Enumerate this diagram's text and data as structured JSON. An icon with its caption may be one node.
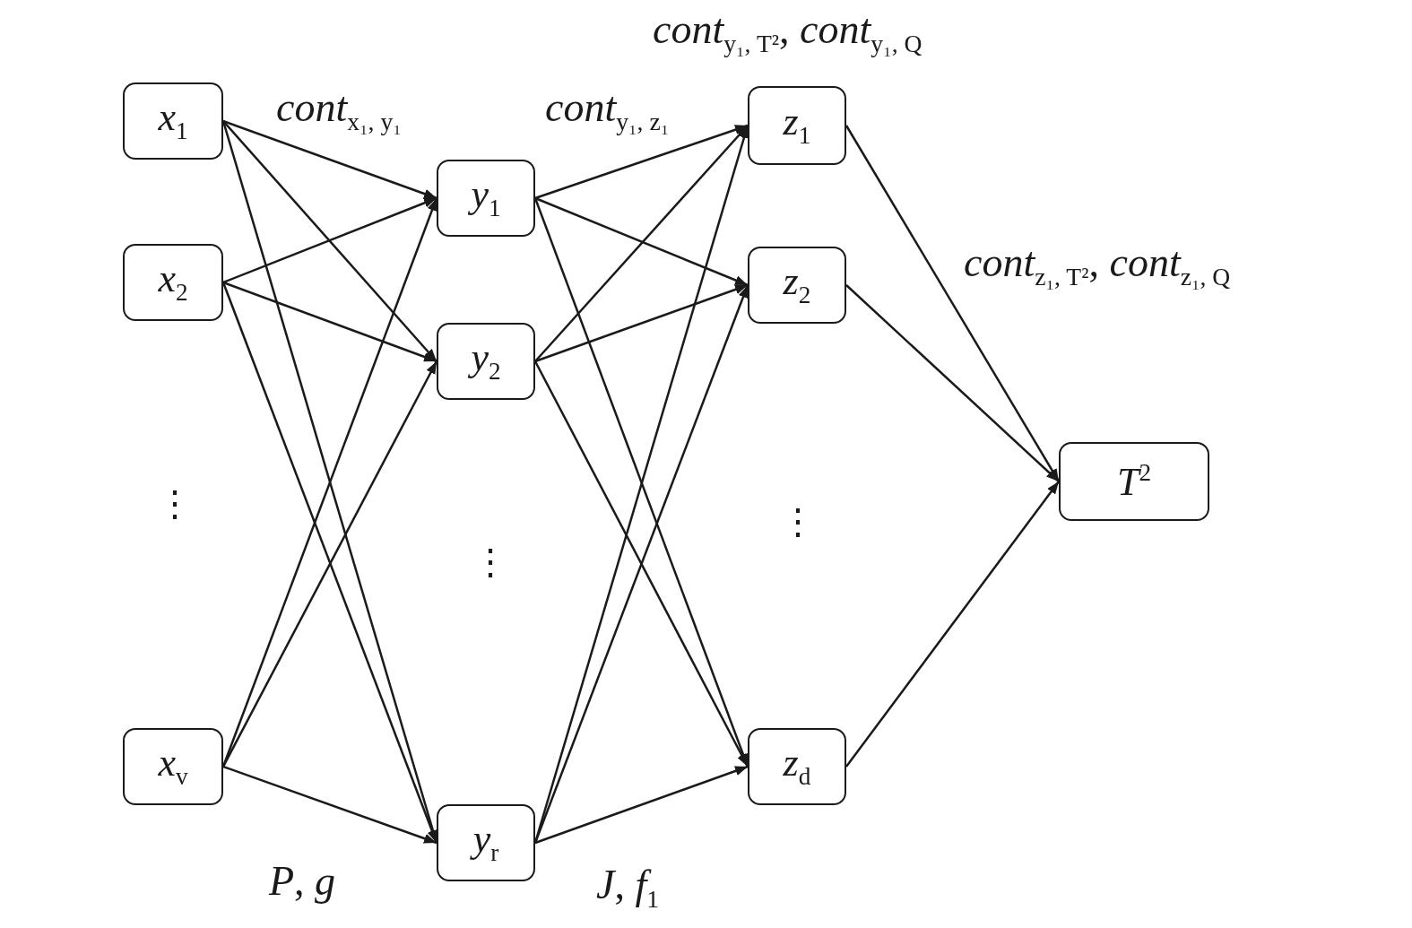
{
  "diagram": {
    "nodes": [
      {
        "text": [
          "*x*$_{1}$"
        ]
      },
      {
        "text": [
          "*x*$_{2}$"
        ]
      },
      {
        "text": [
          "*x*$_{v}$"
        ]
      },
      {
        "text": [
          "*y*$_{1}$"
        ]
      },
      {
        "text": [
          "*y*$_{2}$"
        ]
      },
      {
        "text": [
          "*y*$_{r}$"
        ]
      },
      {
        "text": [
          "*z*$_{1}$"
        ]
      },
      {
        "text": [
          "*z*$_{2}$"
        ]
      },
      {
        "text": [
          "*z*$_{d}$"
        ]
      },
      {
        "text": [
          "*T*$^{2}$"
        ]
      }
    ],
    "edges": [
      {
        "from": 0,
        "to": 3,
        "arrow": "to"
      },
      {
        "from": 0,
        "to": 4,
        "arrow": "to"
      },
      {
        "from": 0,
        "to": 5,
        "arrow": "to"
      },
      {
        "from": 1,
        "to": 3,
        "arrow": "to"
      },
      {
        "from": 1,
        "to": 4,
        "arrow": "to"
      },
      {
        "from": 1,
        "to": 5,
        "arrow": "to"
      },
      {
        "from": 2,
        "to": 3,
        "arrow": "to"
      },
      {
        "from": 2,
        "to": 4,
        "arrow": "to"
      },
      {
        "from": 2,
        "to": 5,
        "arrow": "to"
      },
      {
        "from": 3,
        "to": 6,
        "arrow": "to"
      },
      {
        "from": 3,
        "to": 7,
        "arrow": "to"
      },
      {
        "from": 3,
        "to": 8,
        "arrow": "to"
      },
      {
        "from": 4,
        "to": 6,
        "arrow": "to"
      },
      {
        "from": 4,
        "to": 7,
        "arrow": "to"
      },
      {
        "from": 4,
        "to": 8,
        "arrow": "to"
      },
      {
        "from": 5,
        "to": 6,
        "arrow": "to"
      },
      {
        "from": 5,
        "to": 7,
        "arrow": "to"
      },
      {
        "from": 5,
        "to": 8,
        "arrow": "to"
      },
      {
        "from": 6,
        "to": 9,
        "arrow": "to"
      },
      {
        "from": 7,
        "to": 9,
        "arrow": "to"
      },
      {
        "from": 8,
        "to": 9,
        "arrow": "to"
      }
    ],
    "labels": [
      "*cont*$_{y₁, T²}$, *cont*$_{y₁, Q}$",
      "*cont*$_{x₁, y₁}$",
      "*cont*$_{y₁, z₁}$",
      "*cont*$_{z₁, T²}$, *cont*$_{z₁, Q}$",
      "⋮",
      "⋮",
      "⋮",
      "*P*, *g*",
      "*J*,  *f*$_{1}$"
    ]
  }
}
